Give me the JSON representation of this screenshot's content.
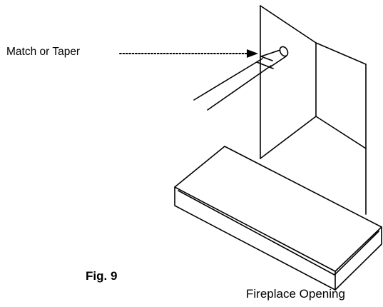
{
  "diagram": {
    "callout_label": "Match or Taper",
    "figure_number": "Fig. 9",
    "caption": "Fireplace Opening"
  },
  "colors": {
    "ink": "#000000",
    "paper": "#ffffff"
  }
}
